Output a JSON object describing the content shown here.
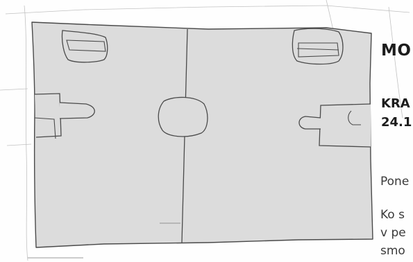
{
  "document": {
    "heading": "MO",
    "subheading_lines": [
      "KRA",
      "24.1"
    ],
    "body_lines": [
      "Pone",
      "Ko s",
      "v pe",
      "smo"
    ]
  },
  "colors": {
    "field_fill": "#dcdcdc",
    "pencil_stroke": "#4a4a4a",
    "faint_stroke": "#9a9a9a",
    "text": "#1c1c1c"
  },
  "drawing": {
    "subject": "hand-drawn sketch of a sports field",
    "elements": [
      "field-outline",
      "center-line",
      "center-circle",
      "goal-boxes",
      "corner-boxes"
    ]
  }
}
